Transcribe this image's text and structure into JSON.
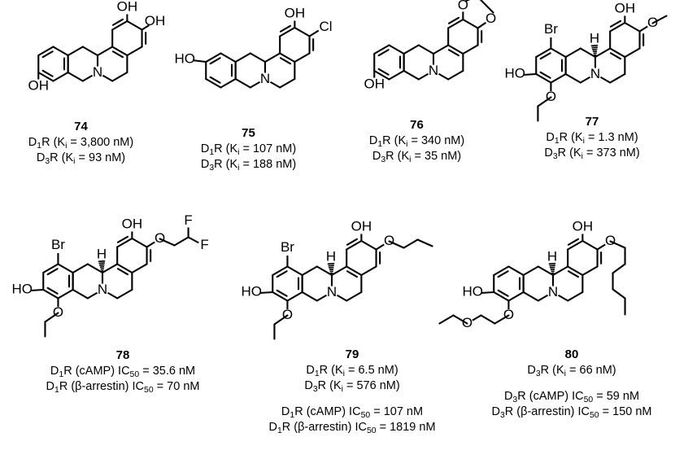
{
  "figure": {
    "kind": "chemical-structure-panel",
    "compound_count": 7,
    "core_scaffold": "tetrahydroprotoberberine"
  },
  "compounds": [
    {
      "id": "74",
      "number": "74",
      "row": 1,
      "captions": [
        "D<sub>1</sub>R (K<sub>i</sub> = 3,800 nM)",
        "D<sub>3</sub>R (K<sub>i</sub> = 93 nM)"
      ],
      "caption_groups": [
        [
          "D<sub>1</sub>R (K<sub>i</sub> = 3,800 nM)",
          "D<sub>3</sub>R (K<sub>i</sub> = 93 nM)"
        ]
      ],
      "atom_labels": [
        "OH",
        "OH",
        "OH",
        "N"
      ],
      "substituents": [
        "2-OH",
        "3-OH",
        "OH on left aromatic ring"
      ],
      "stereocenter": false
    },
    {
      "id": "75",
      "number": "75",
      "row": 1,
      "caption_groups": [
        [
          "D<sub>1</sub>R (K<sub>i</sub> = 107 nM)",
          "D<sub>3</sub>R (K<sub>i</sub> = 188 nM)"
        ]
      ],
      "atom_labels": [
        "OH",
        "Cl",
        "HO",
        "N"
      ],
      "substituents": [
        "OH",
        "Cl",
        "HO"
      ],
      "stereocenter": false
    },
    {
      "id": "76",
      "number": "76",
      "row": 1,
      "caption_groups": [
        [
          "D<sub>1</sub>R (K<sub>i</sub> = 340 nM)",
          "D<sub>3</sub>R (K<sub>i</sub> = 35 nM)"
        ]
      ],
      "atom_labels": [
        "O",
        "O",
        "OH",
        "N"
      ],
      "substituents": [
        "methylenedioxy",
        "OH"
      ],
      "stereocenter": false
    },
    {
      "id": "77",
      "number": "77",
      "row": 1,
      "caption_groups": [
        [
          "D<sub>1</sub>R (K<sub>i</sub> = 1.3 nM)",
          "D<sub>3</sub>R (K<sub>i</sub> = 373 nM)"
        ]
      ],
      "atom_labels": [
        "OH",
        "O",
        "Br",
        "HO",
        "O",
        "H",
        "N"
      ],
      "substituents": [
        "Br",
        "HO",
        "ethoxy",
        "OH",
        "methoxy"
      ],
      "stereocenter": true
    },
    {
      "id": "78",
      "number": "78",
      "row": 2,
      "caption_groups": [
        [
          "D<sub>1</sub>R (cAMP) IC<sub>50</sub> = 35.6 nM",
          "D<sub>1</sub>R (&beta;-arrestin) IC<sub>50</sub> = 70 nM"
        ]
      ],
      "atom_labels": [
        "OH",
        "O",
        "F",
        "F",
        "Br",
        "HO",
        "O",
        "H",
        "N"
      ],
      "substituents": [
        "Br",
        "HO",
        "ethoxy",
        "OH",
        "2,2-difluoroethoxy"
      ],
      "stereocenter": true
    },
    {
      "id": "79",
      "number": "79",
      "row": 2,
      "caption_groups": [
        [
          "D<sub>1</sub>R (K<sub>i</sub> = 6.5 nM)",
          "D<sub>3</sub>R (K<sub>i</sub> = 576 nM)"
        ],
        [
          "D<sub>1</sub>R (cAMP) IC<sub>50</sub> = 107 nM",
          "D<sub>1</sub>R (&beta;-arrestin) IC<sub>50</sub> = 1819 nM"
        ]
      ],
      "atom_labels": [
        "OH",
        "O",
        "Br",
        "HO",
        "O",
        "H",
        "N"
      ],
      "substituents": [
        "Br",
        "HO",
        "ethoxy",
        "OH",
        "propoxy"
      ],
      "stereocenter": true
    },
    {
      "id": "80",
      "number": "80",
      "row": 2,
      "caption_groups": [
        [
          "D<sub>3</sub>R (K<sub>i</sub> = 66 nM)"
        ],
        [
          "D<sub>3</sub>R (cAMP) IC<sub>50</sub> = 59 nM",
          "D<sub>3</sub>R (&beta;-arrestin) IC<sub>50</sub> = 150 nM"
        ]
      ],
      "atom_labels": [
        "OH",
        "O",
        "HO",
        "O",
        "O",
        "H",
        "N"
      ],
      "substituents": [
        "HO",
        "2-ethoxyethoxy",
        "OH",
        "hexyloxy"
      ],
      "stereocenter": true
    }
  ],
  "colors": {
    "bond": "#000000",
    "background": "#ffffff",
    "text": "#000000"
  }
}
